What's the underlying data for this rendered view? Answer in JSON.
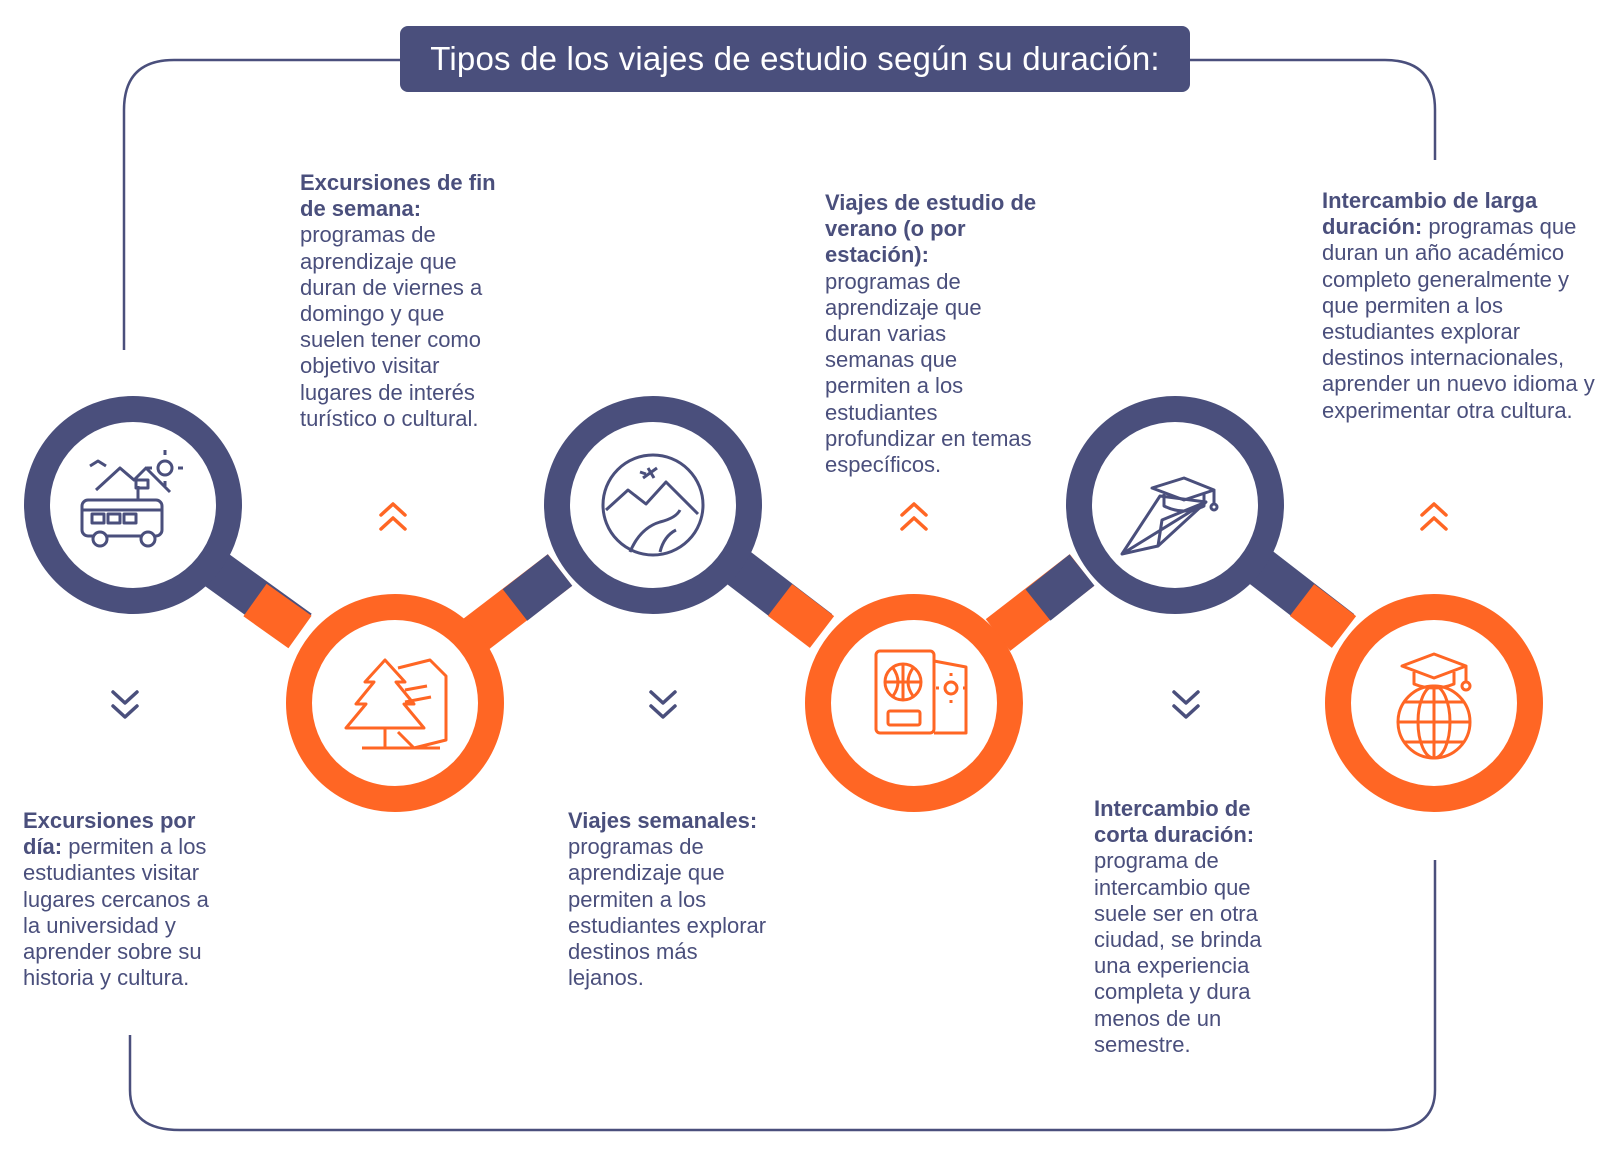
{
  "title": "Tipos de los viajes de estudio según su duración:",
  "colors": {
    "navy": "#4a4f7c",
    "orange": "#ff6624",
    "white": "#ffffff"
  },
  "items": [
    {
      "heading": "Excursiones por día:",
      "body": "permiten a los estudiantes visitar lugares cercanos a la universidad y aprender sobre su historia y cultura.",
      "icon": "bus-mountains-icon",
      "ring": "navy"
    },
    {
      "heading": "Excursiones de fin de semana:",
      "body": "programas de aprendizaje que duran de viernes a domingo y que suelen tener como objetivo visitar lugares de interés turístico o cultural.",
      "icon": "tree-map-icon",
      "ring": "orange"
    },
    {
      "heading": "Viajes semanales:",
      "body": "programas de aprendizaje que permiten a los estudiantes explorar destinos más lejanos.",
      "icon": "airplane-road-icon",
      "ring": "navy"
    },
    {
      "heading": "Viajes de estudio de verano (o por estación):",
      "body": "programas de aprendizaje que duran varias semanas que permiten a los estudiantes profundizar en temas específicos.",
      "icon": "passport-icon",
      "ring": "orange"
    },
    {
      "heading": "Intercambio de corta duración:",
      "body": "programa de intercambio que suele ser en otra ciudad, se brinda una experiencia completa y dura menos de un semestre.",
      "icon": "paper-plane-cap-icon",
      "ring": "navy"
    },
    {
      "heading": "Intercambio de larga duración:",
      "body": "programas que duran un año académico completo generalmente y que permiten a los estudiantes explorar destinos internacionales, aprender un nuevo idioma y experimentar otra cultura.",
      "icon": "globe-cap-icon",
      "ring": "orange"
    }
  ]
}
